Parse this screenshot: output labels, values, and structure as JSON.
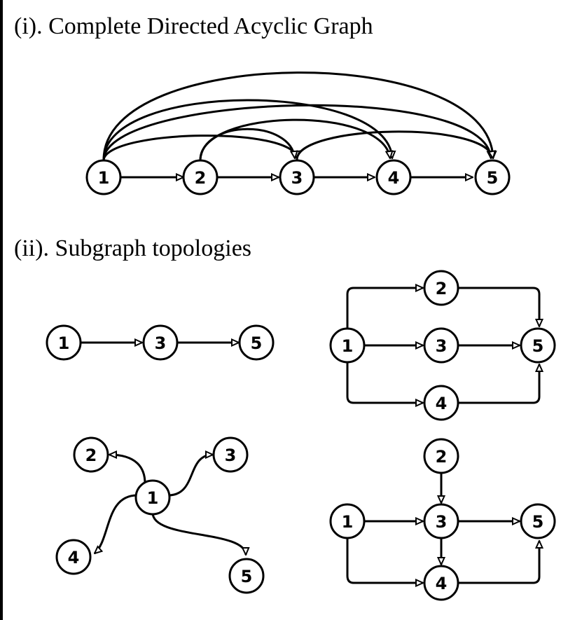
{
  "sections": {
    "complete": {
      "title": "(i). Complete Directed Acyclic Graph"
    },
    "subgraphs": {
      "title": "(ii). Subgraph topologies"
    }
  },
  "graphs": {
    "complete": {
      "nodes": [
        "1",
        "2",
        "3",
        "4",
        "5"
      ],
      "edges": [
        [
          "1",
          "2"
        ],
        [
          "2",
          "3"
        ],
        [
          "3",
          "4"
        ],
        [
          "4",
          "5"
        ],
        [
          "1",
          "3"
        ],
        [
          "1",
          "4"
        ],
        [
          "1",
          "5"
        ],
        [
          "2",
          "4"
        ],
        [
          "2",
          "5"
        ],
        [
          "3",
          "5"
        ]
      ]
    },
    "chain": {
      "nodes": [
        "1",
        "3",
        "5"
      ],
      "edges": [
        [
          "1",
          "3"
        ],
        [
          "3",
          "5"
        ]
      ]
    },
    "parallel": {
      "nodes": [
        "1",
        "2",
        "3",
        "4",
        "5"
      ],
      "edges": [
        [
          "1",
          "2"
        ],
        [
          "1",
          "3"
        ],
        [
          "1",
          "4"
        ],
        [
          "2",
          "5"
        ],
        [
          "3",
          "5"
        ],
        [
          "4",
          "5"
        ]
      ]
    },
    "star": {
      "nodes": [
        "1",
        "2",
        "3",
        "4",
        "5"
      ],
      "edges": [
        [
          "1",
          "2"
        ],
        [
          "1",
          "3"
        ],
        [
          "1",
          "4"
        ],
        [
          "1",
          "5"
        ]
      ]
    },
    "mixed": {
      "nodes": [
        "1",
        "2",
        "3",
        "4",
        "5"
      ],
      "edges": [
        [
          "1",
          "3"
        ],
        [
          "2",
          "3"
        ],
        [
          "3",
          "4"
        ],
        [
          "3",
          "5"
        ],
        [
          "1",
          "4"
        ],
        [
          "4",
          "5"
        ]
      ]
    }
  }
}
